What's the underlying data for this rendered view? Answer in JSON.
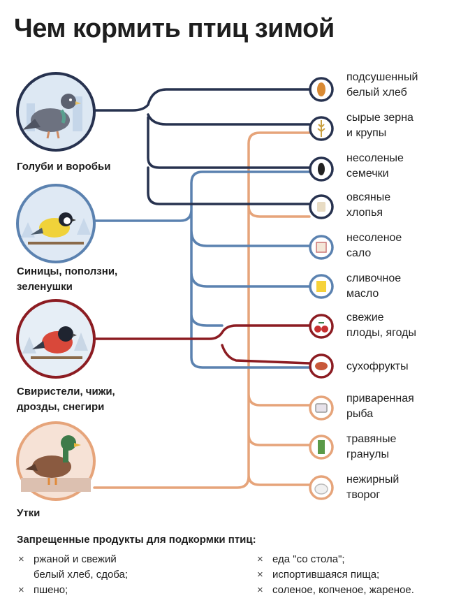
{
  "title": "Чем кормить птиц зимой",
  "colors": {
    "pigeons": "#27324f",
    "tits": "#5b82b0",
    "finches": "#8c1c22",
    "ducks": "#e6a47a"
  },
  "birds": [
    {
      "id": "pigeons",
      "line1": "Голуби и воробьи",
      "line2": "",
      "icon": "pigeon-icon"
    },
    {
      "id": "tits",
      "line1": "Синицы, поползни,",
      "line2": "зеленушки",
      "icon": "tit-icon"
    },
    {
      "id": "finches",
      "line1": "Свиристели, чижи,",
      "line2": "дрозды, снегири",
      "icon": "bullfinch-icon"
    },
    {
      "id": "ducks",
      "line1": "Утки",
      "line2": "",
      "icon": "duck-icon"
    }
  ],
  "foods": [
    {
      "line1": "подсушенный",
      "line2": "белый хлеб",
      "icon": "bread-icon"
    },
    {
      "line1": "сырые зерна",
      "line2": "и крупы",
      "icon": "grain-icon"
    },
    {
      "line1": "несоленые",
      "line2": "семечки",
      "icon": "sunflower-seed-icon"
    },
    {
      "line1": "овсяные",
      "line2": "хлопья",
      "icon": "oat-flakes-icon"
    },
    {
      "line1": "несоленое",
      "line2": "сало",
      "icon": "lard-icon"
    },
    {
      "line1": "сливочное",
      "line2": "масло",
      "icon": "butter-icon"
    },
    {
      "line1": "свежие",
      "line2": "плоды, ягоды",
      "icon": "berries-icon"
    },
    {
      "line1": "сухофрукты",
      "line2": "",
      "icon": "dried-fruit-icon"
    },
    {
      "line1": "приваренная",
      "line2": "рыба",
      "icon": "fish-icon"
    },
    {
      "line1": "травяные",
      "line2": "гранулы",
      "icon": "grass-pellets-icon"
    },
    {
      "line1": "нежирный",
      "line2": "творог",
      "icon": "cottage-cheese-icon"
    }
  ],
  "forbidden": {
    "title": "Запрещенные продукты для подкормки птиц:",
    "left": [
      {
        "text": "ржаной и свежий",
        "cont": "белый хлеб, сдоба;"
      },
      {
        "text": "пшено;",
        "cont": ""
      }
    ],
    "right": [
      {
        "text": "еда \"со стола\";"
      },
      {
        "text": "испортившаяся пища;"
      },
      {
        "text": "соленое, копченое, жареное."
      }
    ],
    "bullet": "×"
  }
}
